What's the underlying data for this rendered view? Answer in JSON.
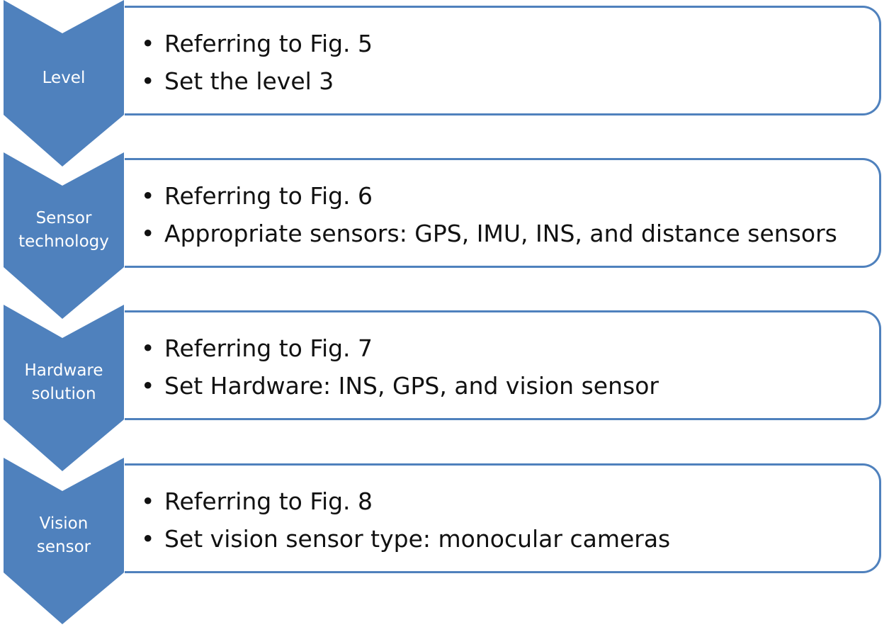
{
  "colors": {
    "chevron": "#4f81bd",
    "box_border": "#4f81bd",
    "text": "#111111",
    "label_text": "#ffffff"
  },
  "stages": [
    {
      "label": "Level",
      "bullets": [
        "Referring to Fig. 5",
        "Set the level 3"
      ]
    },
    {
      "label": "Sensor\ntechnology",
      "bullets": [
        "Referring to Fig. 6",
        "Appropriate sensors: GPS, IMU, INS, and distance sensors"
      ]
    },
    {
      "label": "Hardware\nsolution",
      "bullets": [
        "Referring to Fig. 7",
        "Set Hardware: INS, GPS, and  vision sensor"
      ]
    },
    {
      "label": "Vision\nsensor",
      "bullets": [
        "Referring to Fig. 8",
        "Set vision sensor type: monocular cameras"
      ]
    }
  ]
}
